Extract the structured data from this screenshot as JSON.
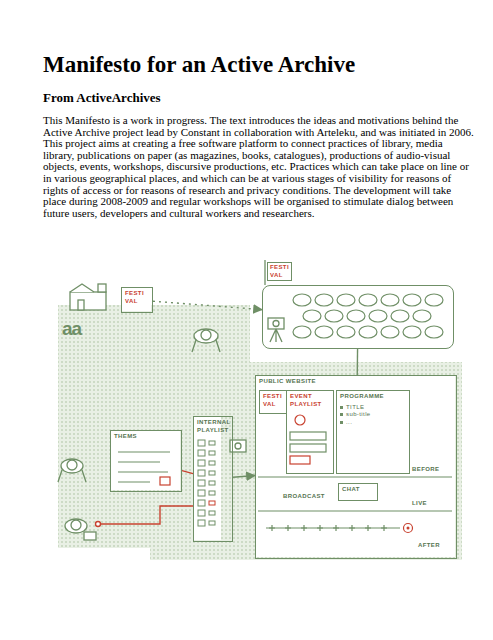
{
  "diagram": {
    "title": "Manifesto for an Active Archive",
    "nodes": [
      {
        "text": [
          "FESTI VAL"
        ]
      },
      {
        "text": [
          "FESTI VAL"
        ]
      },
      {
        "text": [
          "THEMS"
        ]
      },
      {
        "text": [
          "INTERNAL PLAYLIST"
        ]
      },
      {
        "text": [
          "PUBLIC WEBSITE"
        ]
      },
      {
        "text": [
          "FESTI VAL"
        ],
        "in": 4
      },
      {
        "text": [
          "EVENT PLAYLIST"
        ],
        "in": 4
      },
      {
        "text": [
          "PROGRAMME",
          "TITLE",
          "sub-title",
          "..."
        ],
        "in": 4
      },
      {
        "text": [
          "CHAT"
        ],
        "in": 4
      }
    ],
    "edges": [
      {
        "from": 0,
        "to": 1,
        "arrow": "to"
      },
      {
        "from": 2,
        "to": 3,
        "arrow": "none"
      },
      {
        "from": 3,
        "to": 4,
        "arrow": "to"
      },
      {
        "from": 1,
        "to": 4,
        "arrow": "none"
      }
    ],
    "labels": [
      "From ActiveArchives",
      "This Manifesto is a work in progress. The text introduces the ideas and motivations behind the Active Archive project lead by Constant in collaboration with Arteleku, and was initiated in 2006. This project aims at creating a free software platform to connect practices of library, media library, publications on paper (as magazines, books, catalogues), productions of audio-visual objects, events, workshops, discursive productions, etc. Practices which can take place on line or in various geographical places, and which can be at various stages of visibility for reasons of rights of access or for reasons of research and privacy conditions. The development will take place during 2008-2009 and regular workshops will be organised to stimulate dialog between future users, developers and cultural workers and researchers.",
      "aa",
      "BEFORE",
      "BROADCAST",
      "LIVE",
      "AFTER"
    ]
  }
}
